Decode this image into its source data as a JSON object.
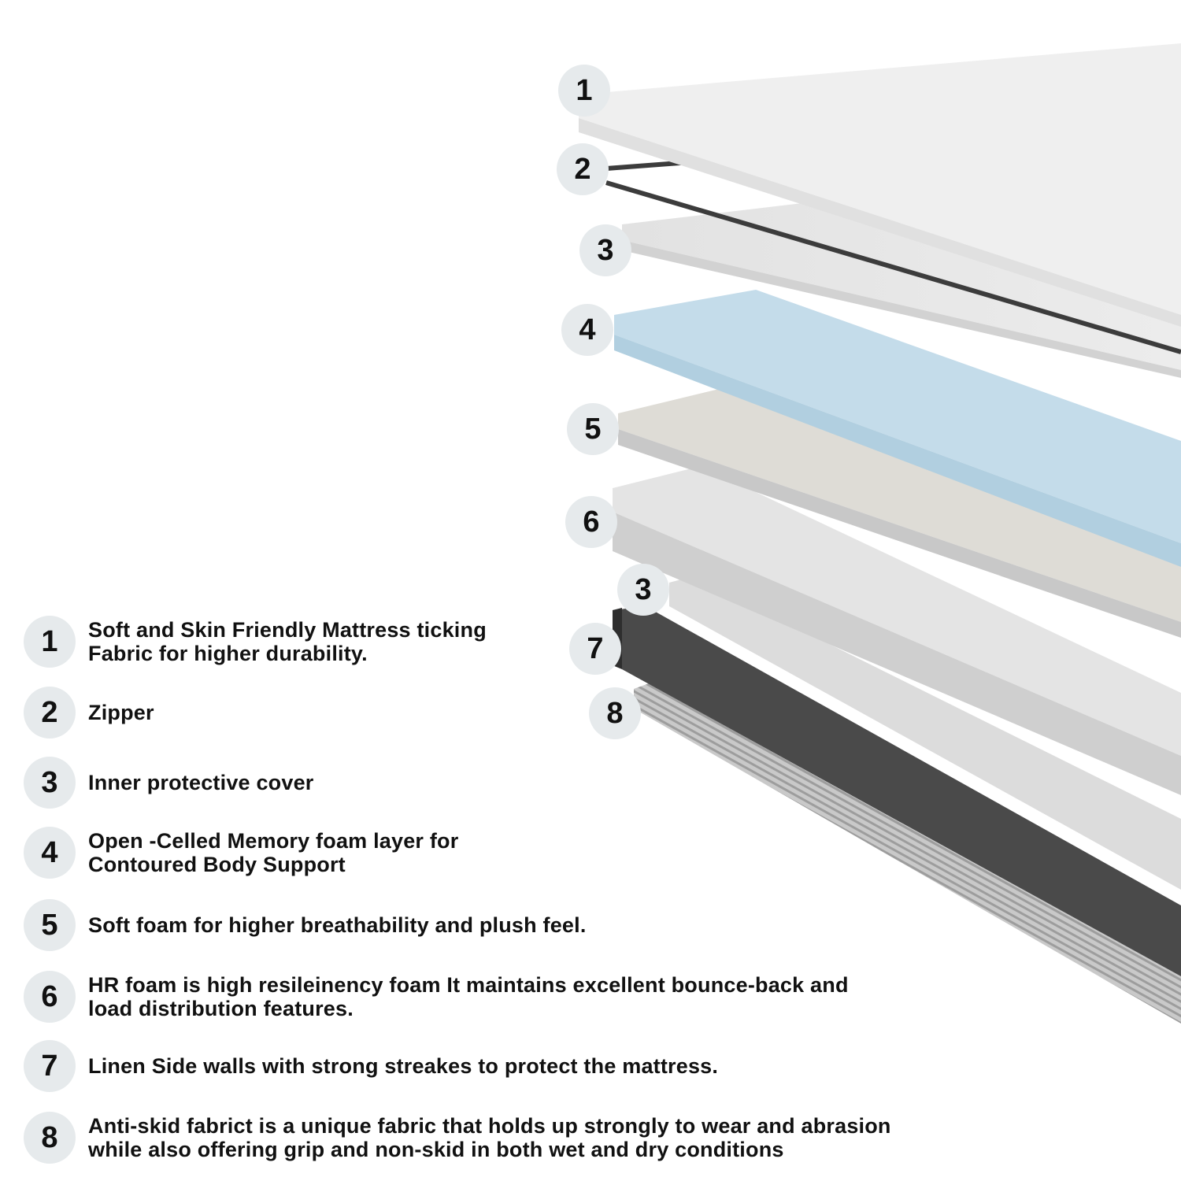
{
  "diagram_badges": [
    "1",
    "2",
    "3",
    "4",
    "5",
    "6",
    "3",
    "7",
    "8"
  ],
  "legend": [
    {
      "number": "1",
      "text": "Soft and Skin Friendly Mattress ticking\nFabric for higher durability."
    },
    {
      "number": "2",
      "text": "Zipper"
    },
    {
      "number": "3",
      "text": "Inner protective cover"
    },
    {
      "number": "4",
      "text": "Open -Celled Memory foam layer for\nContoured Body Support"
    },
    {
      "number": "5",
      "text": " Soft foam for higher breathability and plush feel."
    },
    {
      "number": "6",
      "text": "HR foam is high resileinency foam It maintains excellent bounce-back and\nload distribution features."
    },
    {
      "number": "7",
      "text": "Linen Side walls with strong streakes to protect the mattress."
    },
    {
      "number": "8",
      "text": "Anti-skid fabrict is a unique fabric that holds up strongly to wear and abrasion\nwhile also offering grip and non-skid in both wet and dry conditions"
    }
  ],
  "colors": {
    "badge": "#e6eaec",
    "memory_foam": "#c4dcea",
    "sidewall": "#4a4a4a",
    "ticking": "#efefef"
  }
}
